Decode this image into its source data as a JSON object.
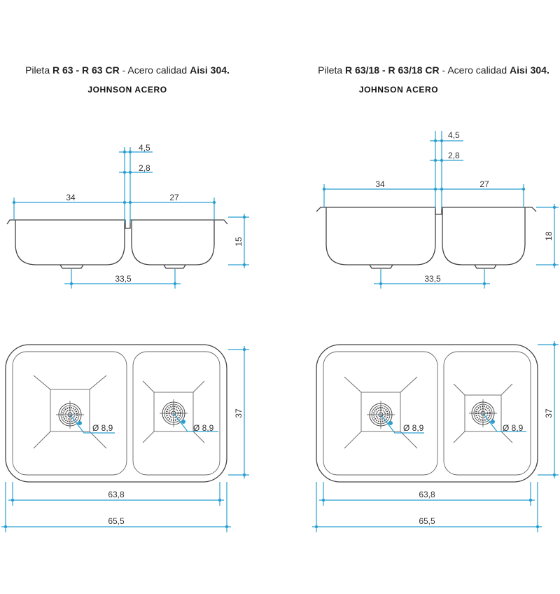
{
  "left": {
    "title_a": "Pileta ",
    "title_b": "R 63 - R 63 CR",
    "title_c": " - Acero calidad ",
    "title_d": "Aisi 304.",
    "brand": "JOHNSON ACERO",
    "dims": {
      "top_a": "4,5",
      "top_b": "2,8",
      "left_width": "34",
      "right_width": "27",
      "depth": "15",
      "drain_spacing": "33,5",
      "height": "37",
      "drain_diam_1": "Ø 8,9",
      "drain_diam_2": "Ø 8,9",
      "inner_width": "63,8",
      "outer_width": "65,5"
    }
  },
  "right": {
    "title_a": "Pileta ",
    "title_b": "R 63/18 - R 63/18 CR",
    "title_c": " - Acero calidad ",
    "title_d": "Aisi 304.",
    "brand": "JOHNSON ACERO",
    "dims": {
      "top_a": "4,5",
      "top_b": "2,8",
      "left_width": "34",
      "right_width": "27",
      "depth": "18",
      "drain_spacing": "33,5",
      "height": "37",
      "drain_diam_1": "Ø 8,9",
      "drain_diam_2": "Ø 8,9",
      "inner_width": "63,8",
      "outer_width": "65,5"
    }
  },
  "colors": {
    "dimension_line": "#2a9fd0",
    "sink_outline": "#444444"
  }
}
